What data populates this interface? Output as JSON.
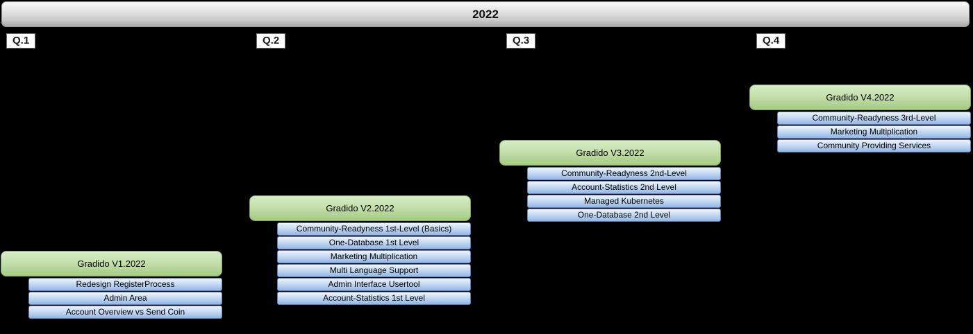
{
  "title_bar": {
    "year": "2022"
  },
  "quarters": [
    {
      "label": "Q.1"
    },
    {
      "label": "Q.2"
    },
    {
      "label": "Q.3"
    },
    {
      "label": "Q.4"
    }
  ],
  "releases": [
    {
      "name": "Gradido V1.2022",
      "milestones": [
        "Redesign RegisterProcess",
        "Admin Area",
        "Account Overview vs Send Coin"
      ]
    },
    {
      "name": "Gradido V2.2022",
      "milestones": [
        "Community-Readyness 1st-Level (Basics)",
        "One-Database 1st Level",
        "Marketing Multiplication",
        "Multi Language Support",
        "Admin Interface Usertool",
        "Account-Statistics 1st Level"
      ]
    },
    {
      "name": "Gradido V3.2022",
      "milestones": [
        "Community-Readyness 2nd-Level",
        "Account-Statistics 2nd Level",
        "Managed Kubernetes",
        "One-Database 2nd Level"
      ]
    },
    {
      "name": "Gradido V4.2022",
      "milestones": [
        "Community-Readyness 3rd-Level",
        "Marketing Multiplication",
        "Community Providing Services"
      ]
    }
  ],
  "colors": {
    "background": "#000000",
    "year_bar_gradient_top": "#f8f8f8",
    "year_bar_gradient_bottom": "#a7a7a7",
    "quarter_label_background": "#ffffff",
    "quarter_label_border": "#6e6e6e",
    "release_fill_top": "#d9ecca",
    "release_fill_bottom": "#a3cb82",
    "release_border": "#7ea55c",
    "milestone_fill_top": "#eef4fc",
    "milestone_fill_bottom": "#94b7e4",
    "milestone_border": "#5a7fb5",
    "text": "#000000"
  }
}
